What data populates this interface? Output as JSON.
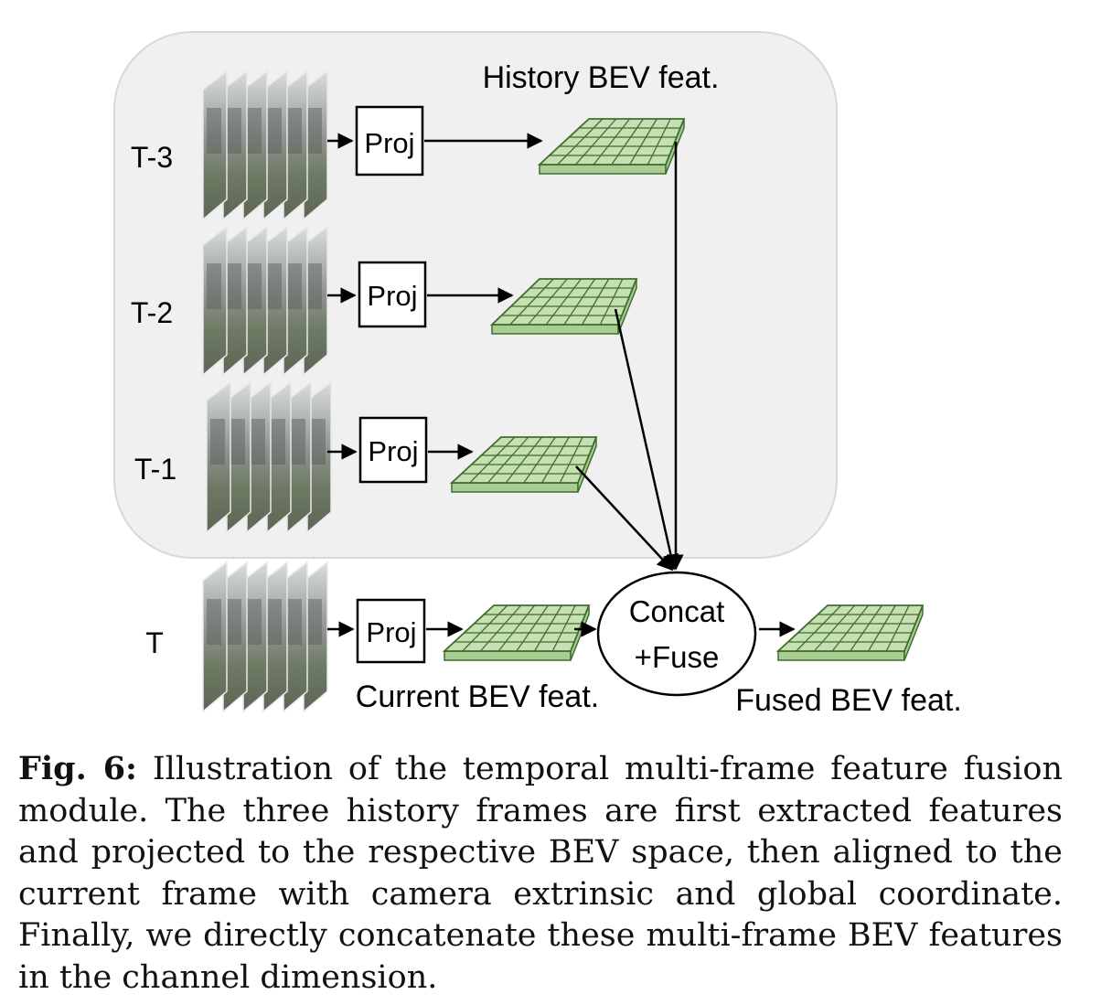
{
  "frames": [
    {
      "label": "T-3"
    },
    {
      "label": "T-2"
    },
    {
      "label": "T-1"
    },
    {
      "label": "T"
    }
  ],
  "proj_label": "Proj",
  "labels": {
    "history": "History BEV feat.",
    "current": "Current BEV feat.",
    "fused": "Fused BEV feat."
  },
  "fuse": {
    "line1": "Concat",
    "line2": "+Fuse"
  },
  "caption": {
    "prefix": "Fig. 6:",
    "text": "Illustration of the temporal multi-frame feature fusion module. The three history frames are first extracted features and projected to the respective BEV space, then aligned to the current frame with camera extrinsic and global coordinate. Finally, we directly concatenate these multi-frame BEV features in the channel dimension."
  },
  "colors": {
    "panel_fill": "#f0f0f0",
    "panel_stroke": "#d8d8d8",
    "grid_fill": "#c6e0b4",
    "grid_stroke": "#3f6e2c",
    "grid_side": "#a9cd92"
  }
}
